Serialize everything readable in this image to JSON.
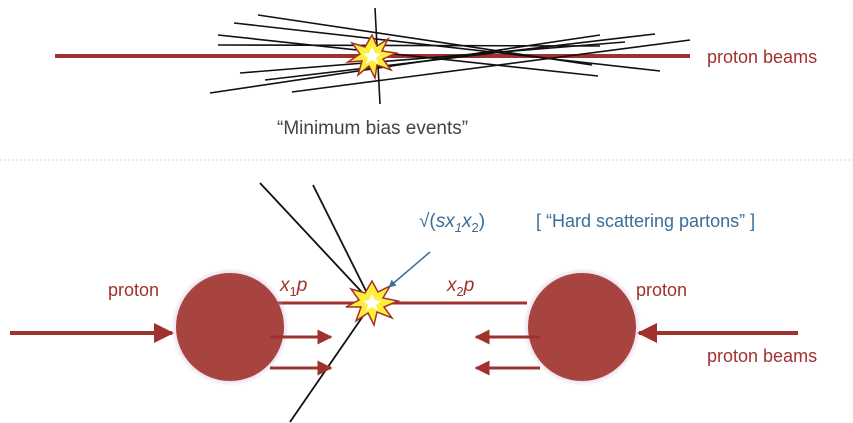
{
  "top_panel": {
    "beam_label": "proton beams",
    "caption": "“Minimum bias events”"
  },
  "bottom_panel": {
    "left_proton_label": "proton",
    "right_proton_label": "proton",
    "beam_label": "proton beams",
    "x1_label": {
      "var": "x",
      "sub": "1",
      "suffix": "p"
    },
    "x2_label": {
      "var": "x",
      "sub": "2",
      "suffix": "p"
    },
    "energy_formula": {
      "root": "√(",
      "s": "s",
      "x": "x",
      "sub1": "1",
      "sub2": "2",
      "close": ")"
    },
    "hard_scatter_caption": "[ “Hard scattering partons” ]"
  },
  "colors": {
    "beam": "#a0322e",
    "proton_fill": "#a84440",
    "proton_glow": "#c9a6d6",
    "starburst_fill": "#ffef3a",
    "caption_blue": "#3a6d9a",
    "caption_gray": "#444444",
    "divider": "#c8c8c8"
  },
  "icons": {
    "collision": "starburst-icon"
  }
}
